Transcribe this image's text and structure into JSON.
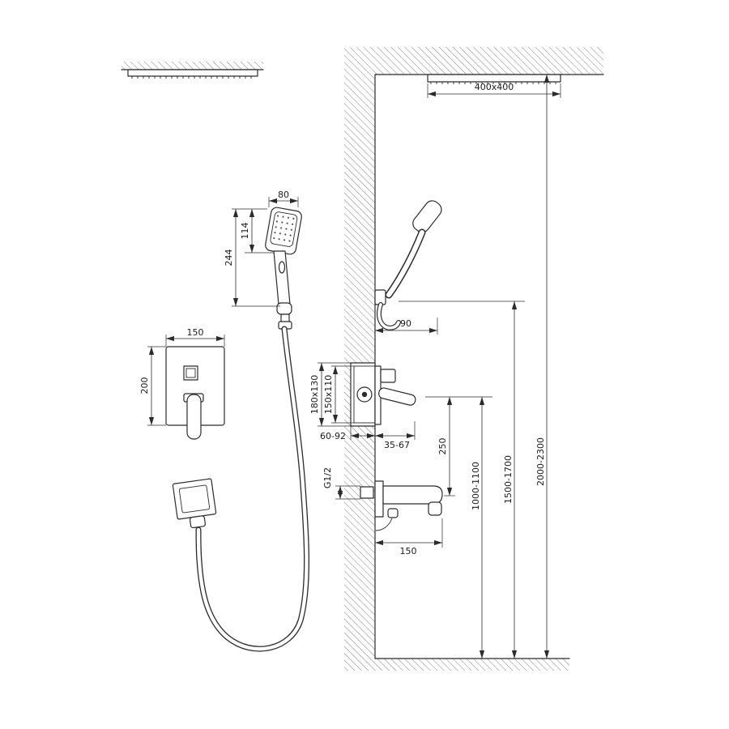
{
  "colors": {
    "ink": "#2b2b2b",
    "background": "#ffffff"
  },
  "labels": {
    "hand_shower": {
      "width": "80",
      "head_height": "114",
      "total_length": "244"
    },
    "mixer_plate": {
      "width": "150",
      "height": "200"
    },
    "installation": {
      "rain_head_size": "400x400",
      "holder_offset": "90",
      "rough_box": "180x130",
      "trim_box": "150x110",
      "embed_depth": "60-92",
      "handle_depth": "35-67",
      "mixer_to_spout": "250",
      "mixer_height": "1000-1100",
      "holder_height": "1500-1700",
      "head_height": "2000-2300",
      "thread_size": "G1/2",
      "spout_length": "150"
    }
  }
}
